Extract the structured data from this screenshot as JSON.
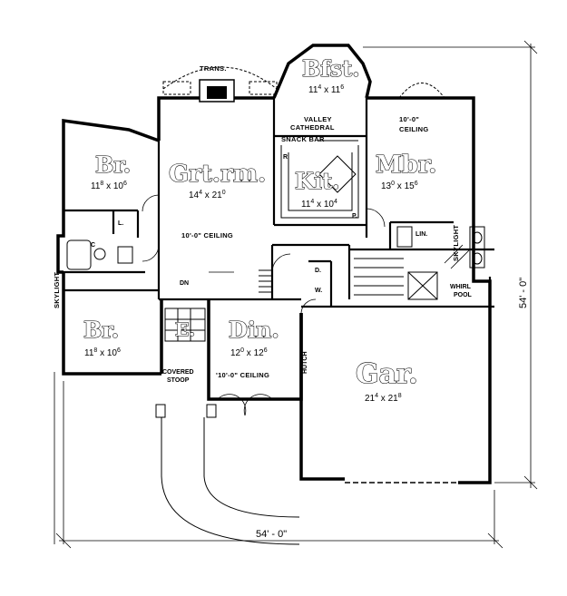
{
  "rooms": {
    "bedroom_top": {
      "name": "Br.",
      "size": {
        "w": "11",
        "ws": "8",
        "h": "10",
        "hs": "6"
      }
    },
    "bedroom_bottom": {
      "name": "Br.",
      "size": {
        "w": "11",
        "ws": "8",
        "h": "10",
        "hs": "6"
      }
    },
    "great_room": {
      "name": "Grt.rm.",
      "size": {
        "w": "14",
        "ws": "4",
        "h": "21",
        "hs": "0"
      },
      "ceiling": "10'-0\" CEILING"
    },
    "kitchen": {
      "name": "Kit.",
      "size": {
        "w": "11",
        "ws": "4",
        "h": "10",
        "hs": "4"
      }
    },
    "breakfast": {
      "name": "Bfst.",
      "size": {
        "w": "11",
        "ws": "4",
        "h": "11",
        "hs": "6"
      }
    },
    "master_bedroom": {
      "name": "Mbr.",
      "size": {
        "w": "13",
        "ws": "0",
        "h": "15",
        "hs": "6"
      },
      "ceiling_l1": "10'-0\"",
      "ceiling_l2": "CEILING"
    },
    "dining": {
      "name": "Din.",
      "size": {
        "w": "12",
        "ws": "0",
        "h": "12",
        "hs": "6"
      },
      "ceiling": "'10'-0\" CEILING"
    },
    "garage": {
      "name": "Gar.",
      "size": {
        "w": "21",
        "ws": "4",
        "h": "21",
        "hs": "8"
      }
    },
    "entry": {
      "name": "E."
    }
  },
  "labels": {
    "trans": "TRANS.",
    "valley_l1": "VALLEY",
    "valley_l2": "CATHEDRAL",
    "snack_bar": "SNACK BAR",
    "skylight_left": "SKYLIGHT",
    "skylight_right": "SKYLIGHT",
    "lin": "LIN.",
    "whirl_l1": "WHIRL",
    "whirl_l2": "POOL",
    "dn": "DN",
    "d": "D.",
    "w": "W.",
    "p": "P.",
    "r": "R.",
    "l": "L.",
    "c": "C",
    "hutch": "HUTCH",
    "stoop_l1": "COVERED",
    "stoop_l2": "STOOP"
  },
  "dimensions": {
    "width": "54' - 0\"",
    "depth": "54' - 0\""
  }
}
